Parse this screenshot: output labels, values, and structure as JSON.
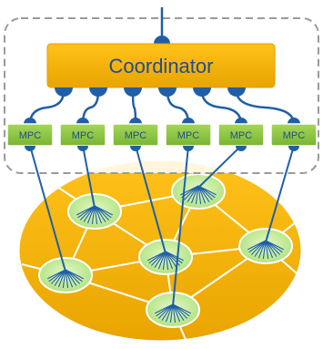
{
  "coordinator": {
    "label": "Coordinator"
  },
  "mpc_controllers": [
    {
      "label": "MPC"
    },
    {
      "label": "MPC"
    },
    {
      "label": "MPC"
    },
    {
      "label": "MPC"
    },
    {
      "label": "MPC"
    },
    {
      "label": "MPC"
    }
  ],
  "colors": {
    "coordinator_fill": "#f5b400",
    "mpc_fill": "#8cc63f",
    "network_fill": "#f5b400",
    "node_fill": "#c9eea1",
    "link_blue": "#1f5fa8",
    "dashed_border": "#9a9a9a",
    "edge_white": "#ffffff"
  },
  "icons": {
    "connector": "blue-semicircle-connector",
    "node_glyph": "spider-network-icon"
  }
}
